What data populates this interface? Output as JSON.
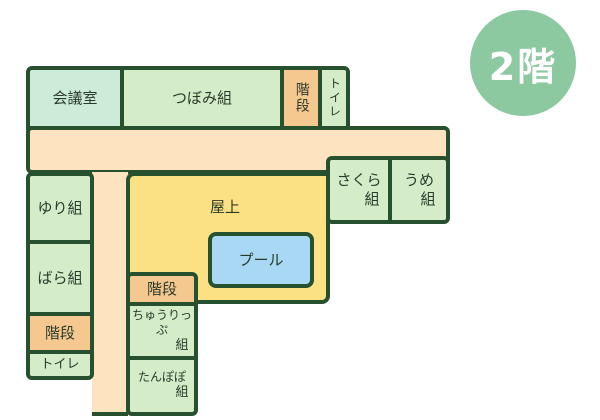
{
  "floor_badge": "2階",
  "rooms": {
    "kaigishitsu": "会議室",
    "tsubomi": "つぼみ組",
    "stairs_top": "階段",
    "toilet_top": "トイレ",
    "sakura_1": "さくら",
    "sakura_2": "組",
    "ume_1": "うめ",
    "ume_2": "組",
    "okujo": "屋上",
    "pool": "プール",
    "yuri": "ゆり組",
    "bara": "ばら組",
    "stairs_left": "階段",
    "toilet_left": "トイレ",
    "stairs_mid": "階段",
    "chulip_1": "ちゅうりっぷ",
    "chulip_2": "組",
    "tanpopo_1": "たんぽぽ",
    "tanpopo_2": "組"
  },
  "colors": {
    "classroom": "#d4edc8",
    "meeting": "#cdebd9",
    "stairs": "#f5c890",
    "rooftop": "#fbe183",
    "pool": "#a8d8f4",
    "corridor": "#fde3c0",
    "wall": "#27512e",
    "badge": "#8cc9a0"
  }
}
